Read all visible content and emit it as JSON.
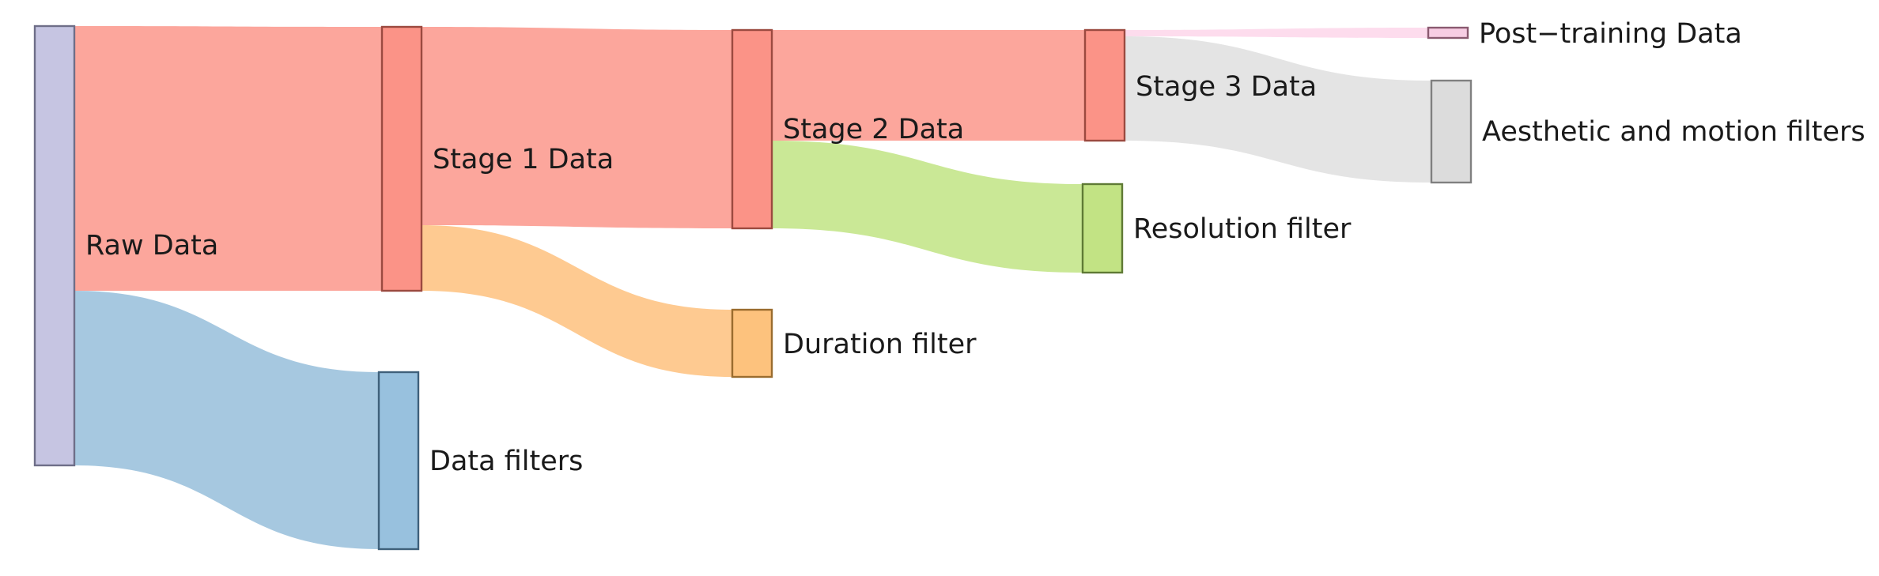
{
  "diagram": {
    "type": "sankey",
    "nodes": [
      {
        "id": "raw",
        "label": "Raw Data",
        "color": "#c6c5e2",
        "stroke": "#6e6e88"
      },
      {
        "id": "stage1",
        "label": "Stage 1 Data",
        "color": "#fb9387",
        "stroke": "#9b4a40"
      },
      {
        "id": "datafilters",
        "label": "Data filters",
        "color": "#98c1de",
        "stroke": "#3f607a"
      },
      {
        "id": "stage2",
        "label": "Stage 2 Data",
        "color": "#fb9387",
        "stroke": "#9b4a40"
      },
      {
        "id": "duration",
        "label": "Duration filter",
        "color": "#fdc27d",
        "stroke": "#9a6c2e"
      },
      {
        "id": "stage3",
        "label": "Stage 3 Data",
        "color": "#fb9387",
        "stroke": "#9b4a40"
      },
      {
        "id": "resolution",
        "label": "Resolution filter",
        "color": "#c2e384",
        "stroke": "#5f7a35"
      },
      {
        "id": "posttraining",
        "label": "Post−training Data",
        "color": "#f7cde3",
        "stroke": "#8a5a70"
      },
      {
        "id": "aesthetic",
        "label": "Aesthetic and motion filters",
        "color": "#dcdcdc",
        "stroke": "#808080"
      }
    ],
    "links": [
      {
        "source": "raw",
        "target": "stage1",
        "value": 60,
        "color": "#fb8072"
      },
      {
        "source": "raw",
        "target": "datafilters",
        "value": 40,
        "color": "#80b1d3"
      },
      {
        "source": "stage1",
        "target": "stage2",
        "value": 45,
        "color": "#fb8072"
      },
      {
        "source": "stage1",
        "target": "duration",
        "value": 15,
        "color": "#fdb462"
      },
      {
        "source": "stage2",
        "target": "stage3",
        "value": 25,
        "color": "#fb8072"
      },
      {
        "source": "stage2",
        "target": "resolution",
        "value": 20,
        "color": "#b3de69"
      },
      {
        "source": "stage3",
        "target": "posttraining",
        "value": 2,
        "color": "#fccde5"
      },
      {
        "source": "stage3",
        "target": "aesthetic",
        "value": 23,
        "color": "#d9d9d9"
      }
    ]
  }
}
